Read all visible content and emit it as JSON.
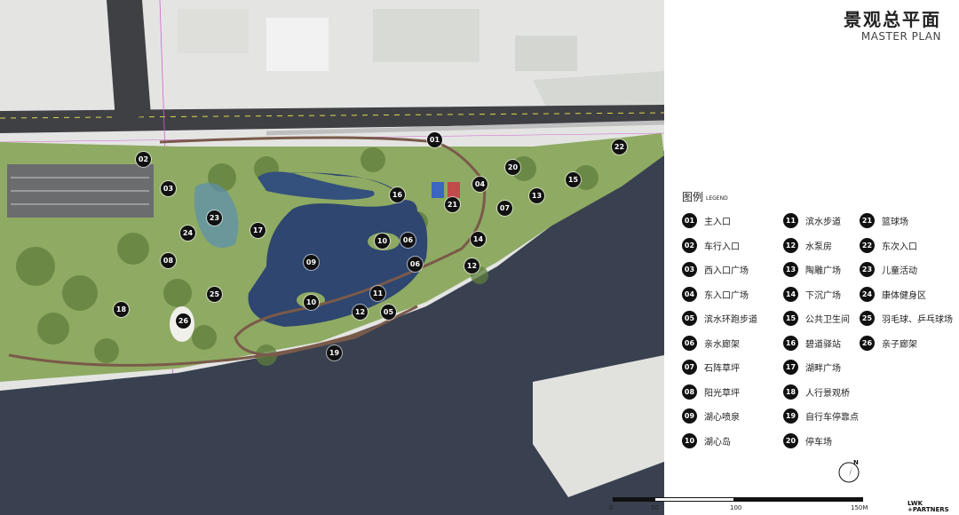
{
  "title_zh": "景观总平面",
  "title_en": "MASTER PLAN",
  "legend_title": "图例",
  "legend_title_en": "LEGEND",
  "legend": [
    {
      "num": "01",
      "label": "主入口"
    },
    {
      "num": "02",
      "label": "车行入口"
    },
    {
      "num": "03",
      "label": "西入口广场"
    },
    {
      "num": "04",
      "label": "东入口广场"
    },
    {
      "num": "05",
      "label": "滨水环跑步道"
    },
    {
      "num": "06",
      "label": "亲水廊架"
    },
    {
      "num": "07",
      "label": "石阵草坪"
    },
    {
      "num": "08",
      "label": "阳光草坪"
    },
    {
      "num": "09",
      "label": "湖心喷泉"
    },
    {
      "num": "10",
      "label": "湖心岛"
    },
    {
      "num": "11",
      "label": "滨水步道"
    },
    {
      "num": "12",
      "label": "水泵房"
    },
    {
      "num": "13",
      "label": "陶雕广场"
    },
    {
      "num": "14",
      "label": "下沉广场"
    },
    {
      "num": "15",
      "label": "公共卫生间"
    },
    {
      "num": "16",
      "label": "碧道驿站"
    },
    {
      "num": "17",
      "label": "湖畔广场"
    },
    {
      "num": "18",
      "label": "人行景观桥"
    },
    {
      "num": "19",
      "label": "自行车停靠点"
    },
    {
      "num": "20",
      "label": "停车场"
    },
    {
      "num": "21",
      "label": "篮球场"
    },
    {
      "num": "22",
      "label": "东次入口"
    },
    {
      "num": "23",
      "label": "儿童活动"
    },
    {
      "num": "24",
      "label": "康体健身区"
    },
    {
      "num": "25",
      "label": "羽毛球、乒乓球场"
    },
    {
      "num": "26",
      "label": "亲子廊架"
    }
  ],
  "map_markers": [
    "01",
    "02",
    "03",
    "04",
    "05",
    "06",
    "06",
    "07",
    "08",
    "09",
    "10",
    "10",
    "11",
    "12",
    "12",
    "13",
    "14",
    "15",
    "16",
    "17",
    "18",
    "19",
    "20",
    "21",
    "22",
    "23",
    "24",
    "25",
    "26"
  ],
  "scale": {
    "labels": [
      "0",
      "50",
      "100",
      "150M"
    ]
  },
  "north_label": "N",
  "brand": {
    "line1": "LWK",
    "line2": "+PARTNERS"
  },
  "colors": {
    "lake": "#2e4670",
    "river": "#394150",
    "park": "#8faa63",
    "road": "#3f4043",
    "path": "#7a5a4a"
  }
}
